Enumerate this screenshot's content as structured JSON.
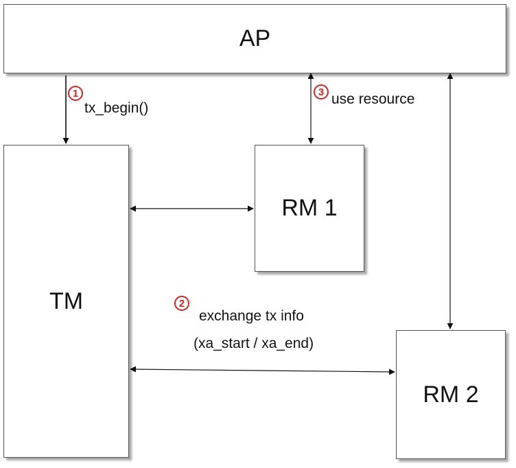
{
  "boxes": {
    "ap": "AP",
    "tm": "TM",
    "rm1": "RM 1",
    "rm2": "RM 2"
  },
  "steps": [
    {
      "number": "1",
      "text": "tx_begin()"
    },
    {
      "number": "2",
      "text": "exchange tx info",
      "subtext": "(xa_start / xa_end)"
    },
    {
      "number": "3",
      "text": "use resource"
    }
  ],
  "colors": {
    "step_marker": "#e02020",
    "box_border": "#555555",
    "arrow": "#111111"
  }
}
